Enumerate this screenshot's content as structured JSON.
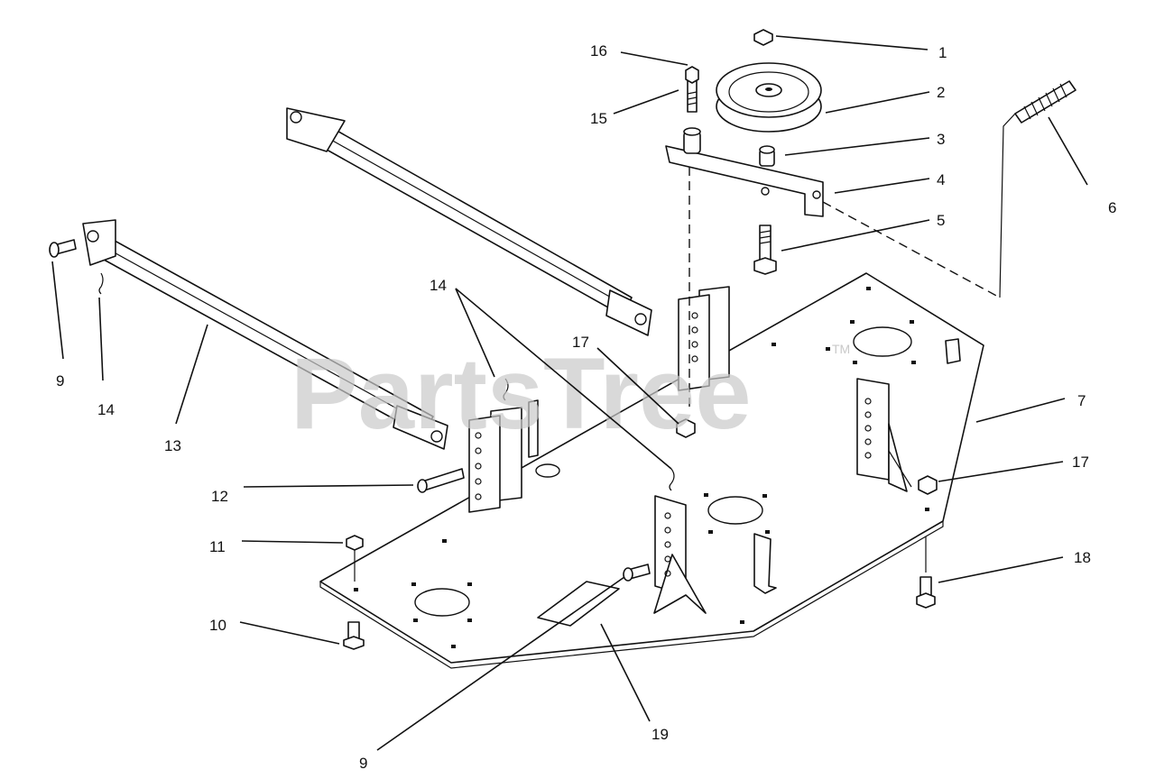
{
  "watermark": {
    "text": "PartsTree",
    "tm": "TM"
  },
  "callouts": [
    {
      "id": "c1",
      "text": "1"
    },
    {
      "id": "c2",
      "text": "2"
    },
    {
      "id": "c3",
      "text": "3"
    },
    {
      "id": "c4",
      "text": "4"
    },
    {
      "id": "c5",
      "text": "5"
    },
    {
      "id": "c6",
      "text": "6"
    },
    {
      "id": "c7",
      "text": "7"
    },
    {
      "id": "c9a",
      "text": "9"
    },
    {
      "id": "c9b",
      "text": "9"
    },
    {
      "id": "c10",
      "text": "10"
    },
    {
      "id": "c11",
      "text": "11"
    },
    {
      "id": "c12",
      "text": "12"
    },
    {
      "id": "c13",
      "text": "13"
    },
    {
      "id": "c14a",
      "text": "14"
    },
    {
      "id": "c14b",
      "text": "14"
    },
    {
      "id": "c15",
      "text": "15"
    },
    {
      "id": "c16",
      "text": "16"
    },
    {
      "id": "c17a",
      "text": "17"
    },
    {
      "id": "c17b",
      "text": "17"
    },
    {
      "id": "c18",
      "text": "18"
    },
    {
      "id": "c19",
      "text": "19"
    }
  ]
}
